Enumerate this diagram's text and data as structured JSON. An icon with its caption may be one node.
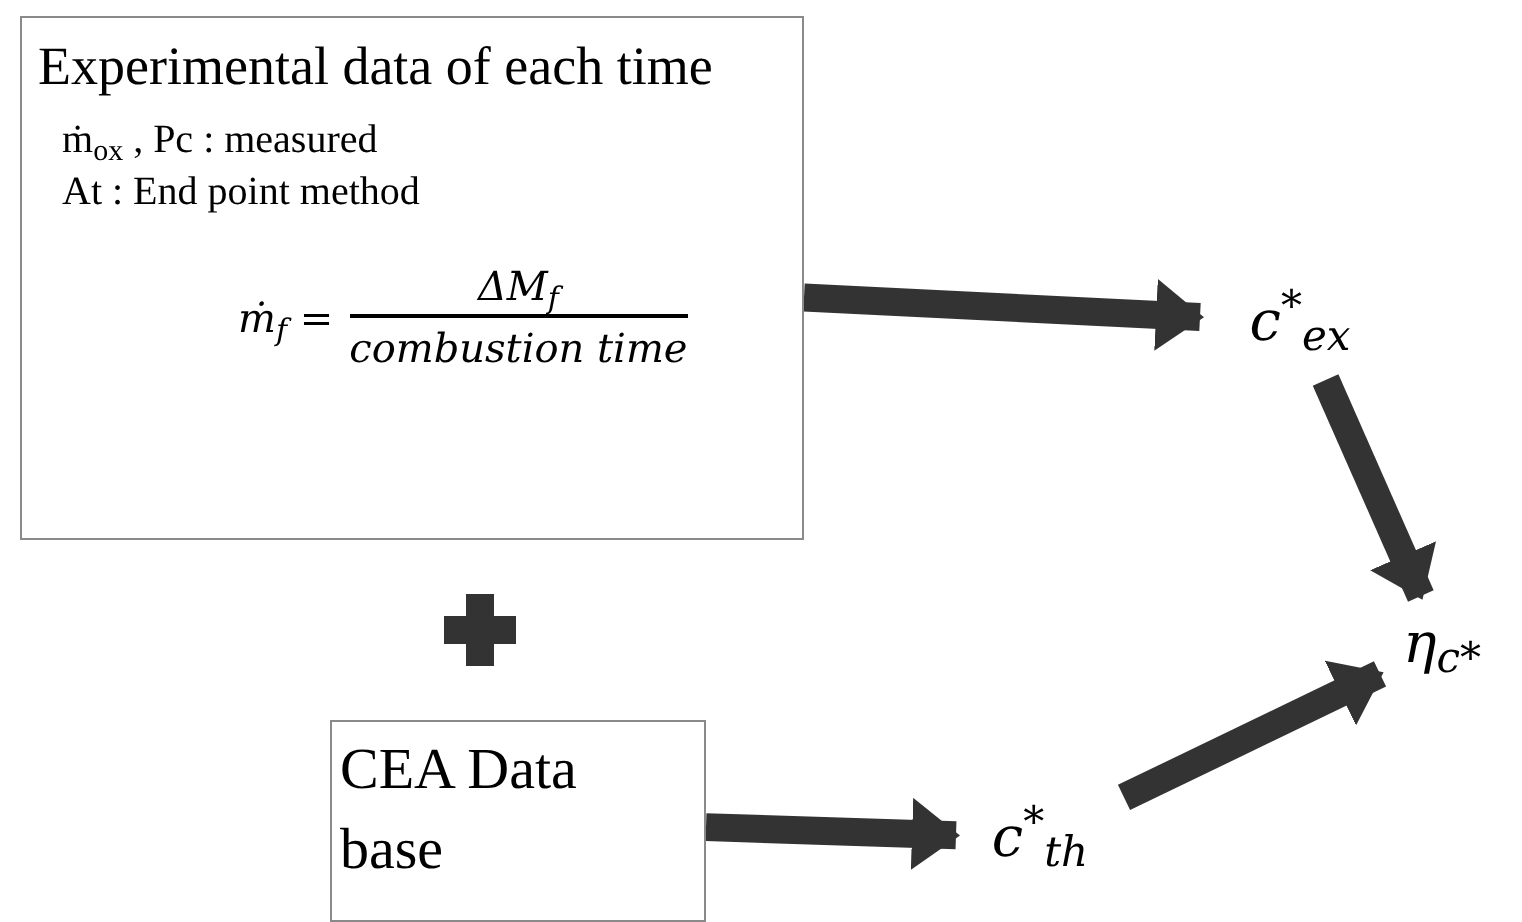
{
  "diagram": {
    "nodes": [
      {
        "text": [
          "Experimental data of each time",
          "ṁ$_{ox}$ , Pc :  measured",
          "At : End point method",
          "ṁ$_{f}$ =",
          "ΔM$_{f}$",
          "combustion time"
        ]
      },
      {
        "text": [
          "CEA Data base"
        ]
      },
      {
        "text": [
          "c$^{*}$$_{ex}$"
        ]
      },
      {
        "text": [
          "c$^{*}$$_{th}$"
        ]
      },
      {
        "text": [
          "η$_{c*}$"
        ]
      }
    ],
    "edges": [
      {
        "from": 0,
        "to": 2,
        "arrow": "to"
      },
      {
        "from": 2,
        "to": 4,
        "arrow": "to"
      },
      {
        "from": 1,
        "to": 3,
        "arrow": "to"
      },
      {
        "from": 3,
        "to": 4,
        "arrow": "to"
      }
    ]
  }
}
